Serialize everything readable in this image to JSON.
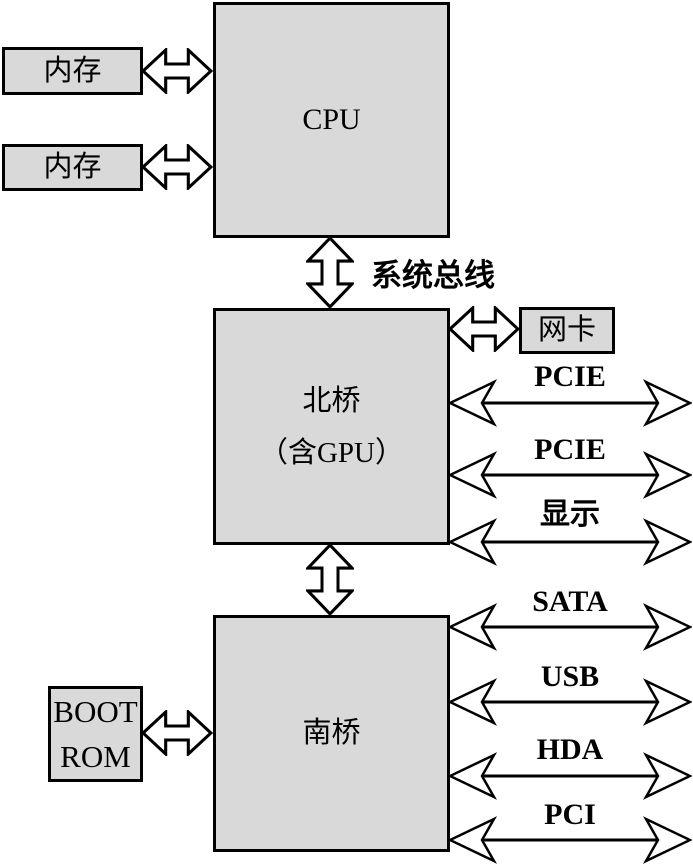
{
  "blocks": {
    "memory1": {
      "label": "内存"
    },
    "memory2": {
      "label": "内存"
    },
    "cpu": {
      "label": "CPU"
    },
    "northbridge": {
      "line1": "北桥",
      "line2": "（含GPU）"
    },
    "nic": {
      "label": "网卡"
    },
    "southbridge": {
      "label": "南桥"
    },
    "bootrom": {
      "line1": "BOOT",
      "line2": "ROM"
    }
  },
  "bus_labels": {
    "system_bus": "系统总线",
    "pcie1": "PCIE",
    "pcie2": "PCIE",
    "display": "显示",
    "sata": "SATA",
    "usb": "USB",
    "hda": "HDA",
    "pci": "PCI"
  },
  "colors": {
    "block_fill": "#d9d9d9",
    "line": "#000000",
    "background": "#ffffff"
  }
}
